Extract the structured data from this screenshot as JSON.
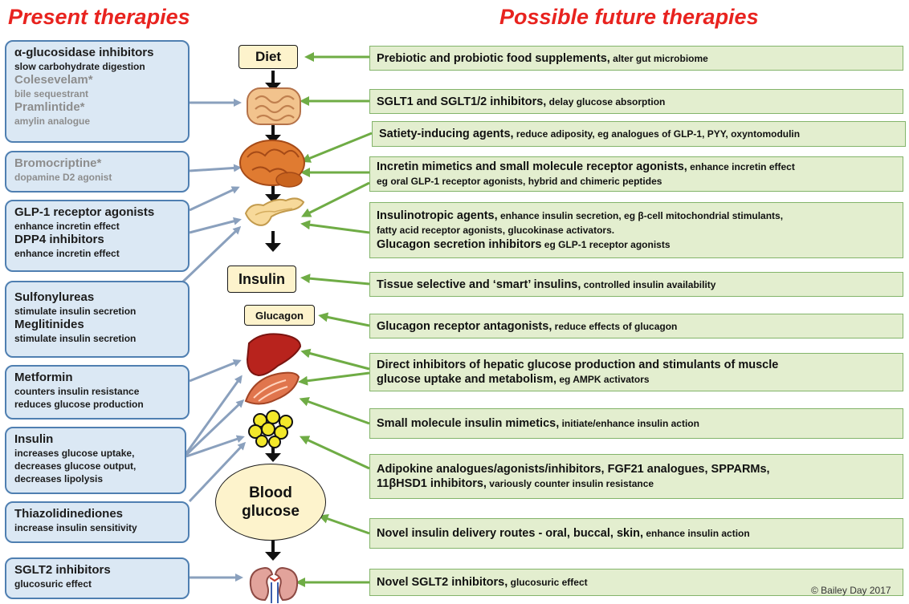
{
  "headings": {
    "present": "Present therapies",
    "future": "Possible future therapies"
  },
  "center": {
    "diet": "Diet",
    "insulin": "Insulin",
    "glucagon": "Glucagon",
    "blood_line1": "Blood",
    "blood_line2": "glucose"
  },
  "organs": [
    "intestine-icon",
    "brain-icon",
    "pancreas-icon",
    "liver-icon",
    "muscle-icon",
    "adipose-icon",
    "kidney-icon"
  ],
  "present": {
    "box1": {
      "n1": "α-glucosidase inhibitors",
      "d1": "slow carbohydrate digestion",
      "n2": "Colesevelam*",
      "d2": "bile sequestrant",
      "n3": "Pramlintide*",
      "d3": "amylin analogue"
    },
    "box2": {
      "n1": "Bromocriptine*",
      "d1": "dopamine D2 agonist"
    },
    "box3": {
      "n1": "GLP-1 receptor agonists",
      "d1": "enhance incretin effect",
      "n2": "DPP4 inhibitors",
      "d2": "enhance incretin effect"
    },
    "box4": {
      "n1": "Sulfonylureas",
      "d1": "stimulate insulin secretion",
      "n2": "Meglitinides",
      "d2": "stimulate insulin secretion"
    },
    "box5": {
      "n1": "Metformin",
      "d1": "counters insulin resistance",
      "d2": "reduces glucose production"
    },
    "box6": {
      "n1": "Insulin",
      "d1": "increases glucose uptake,",
      "d2": "decreases glucose output,",
      "d3": "decreases lipolysis"
    },
    "box7": {
      "n1": "Thiazolidinediones",
      "d1": "increase insulin sensitivity"
    },
    "box8": {
      "n1": "SGLT2 inhibitors",
      "d1": "glucosuric effect"
    }
  },
  "future": [
    {
      "lines": [
        {
          "a": "Prebiotic and probiotic food supplements,",
          "b": " alter gut microbiome"
        }
      ]
    },
    {
      "lines": [
        {
          "a": "SGLT1 and SGLT1/2 inhibitors,",
          "b": " delay glucose absorption"
        }
      ]
    },
    {
      "lines": [
        {
          "a": "Satiety-inducing agents,",
          "b": " reduce adiposity, eg analogues of GLP-1, PYY, oxyntomodulin"
        }
      ]
    },
    {
      "lines": [
        {
          "a": "Incretin mimetics and small molecule receptor agonists,",
          "b": " enhance incretin effect"
        },
        {
          "a": "",
          "b": "eg oral GLP-1 receptor agonists, hybrid and chimeric peptides"
        }
      ]
    },
    {
      "lines": [
        {
          "a": "Insulinotropic agents,",
          "b": " enhance insulin secretion, eg β-cell mitochondrial stimulants,"
        },
        {
          "a": "",
          "b": "fatty acid receptor agonists, glucokinase activators."
        },
        {
          "a": "Glucagon secretion inhibitors",
          "b": " eg GLP-1 receptor agonists"
        }
      ]
    },
    {
      "lines": [
        {
          "a": "Tissue selective and ‘smart’ insulins,",
          "b": " controlled insulin availability"
        }
      ]
    },
    {
      "lines": [
        {
          "a": "Glucagon receptor antagonists,",
          "b": " reduce effects of glucagon"
        }
      ]
    },
    {
      "lines": [
        {
          "a": "Direct inhibitors of hepatic glucose production and stimulants of  muscle",
          "b": ""
        },
        {
          "a": "glucose uptake and metabolism,",
          "b": " eg AMPK activators"
        }
      ]
    },
    {
      "lines": [
        {
          "a": "Small molecule insulin mimetics,",
          "b": " initiate/enhance insulin action"
        }
      ]
    },
    {
      "lines": [
        {
          "a": "Adipokine analogues/agonists/inhibitors, FGF21 analogues, SPPARMs,",
          "b": ""
        },
        {
          "a": "11βHSD1 inhibitors,",
          "b": " variously counter insulin resistance"
        }
      ]
    },
    {
      "lines": [
        {
          "a": "Novel insulin delivery routes - oral, buccal, skin,",
          "b": " enhance insulin action"
        }
      ]
    },
    {
      "lines": [
        {
          "a": "Novel SGLT2 inhibitors,",
          "b": " glucosuric effect"
        }
      ]
    }
  ],
  "copyright": "© Bailey Day 2017",
  "colors": {
    "heading": "#e8231f",
    "left_fill": "#dbe8f4",
    "left_border": "#4f7fb1",
    "right_fill": "#e3eecf",
    "right_border": "#83b46a",
    "blue_arrow": "#8aa0bd",
    "green_arrow": "#6fac45",
    "center_fill": "#fdf3cc"
  }
}
